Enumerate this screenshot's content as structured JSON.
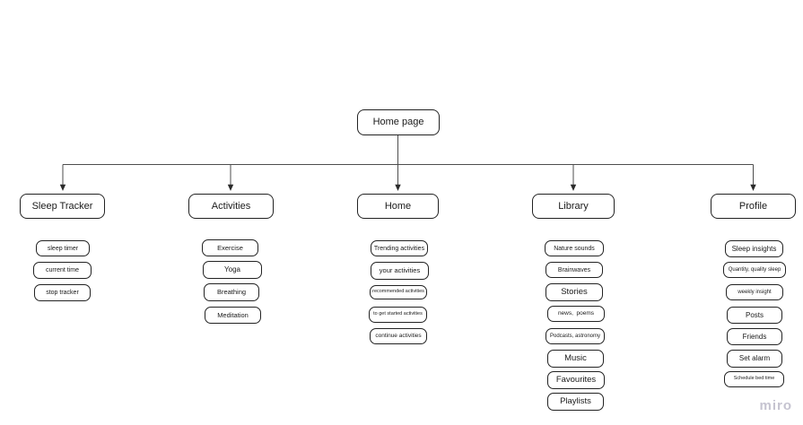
{
  "board": {
    "watermark": "miro"
  },
  "colors": {
    "background": "#ffffff",
    "box_border": "#222222",
    "connector": "#4d4d4d",
    "watermark": "#c5c3d0"
  },
  "nodes": {
    "root": "Home page",
    "sections": [
      {
        "label": "Sleep Tracker",
        "children": [
          "sleep timer",
          "current time",
          "stop tracker"
        ]
      },
      {
        "label": "Activities",
        "children": [
          "Exercise",
          "Yoga",
          "Breathing",
          "Meditation"
        ]
      },
      {
        "label": "Home",
        "children": [
          "Trending activities",
          "your activities",
          "recommended activities",
          "to get started activities",
          "continue activities"
        ]
      },
      {
        "label": "Library",
        "children": [
          "Nature sounds",
          "Brainwaves",
          "Stories",
          "news,  poems",
          "Podcasts, astronomy",
          "Music",
          "Favourites",
          "Playlists"
        ]
      },
      {
        "label": "Profile",
        "children": [
          "Sleep insights",
          "Quantity, quality sleep",
          "weekly insight",
          "Posts",
          "Friends",
          "Set alarm",
          "Schedule bed time"
        ]
      }
    ]
  }
}
